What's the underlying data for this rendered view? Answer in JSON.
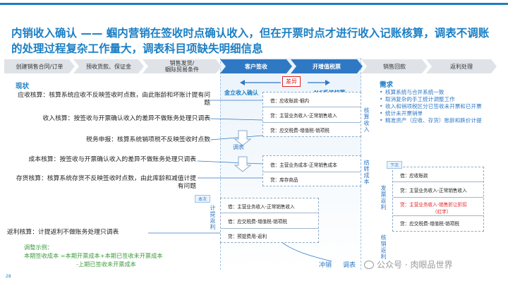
{
  "title": "内销收入确认 —— 蝈内营销在签收时点确认收入，但在开票时点才进行收入记账核算，调表不调账的处理过程复杂工作量大，调表科目项缺失明细信息",
  "process_steps": [
    "创建销售合同/订单",
    "预收货款、保证金",
    "销售发货/\n蝈际贸易条件",
    "客户签收",
    "开增值税票",
    "销售回款",
    "返利处理"
  ],
  "section_status": "现状",
  "section_needs": "需求",
  "diff_label": "差异",
  "col_jindie": "金立收入确认",
  "col_nc": "NC系统核算",
  "left_items": [
    {
      "text": "应收核算：核算系统应收不反映签收时点数，由此账龄和坏账计提有问题"
    },
    {
      "text": "收入核算：按签收与开票确认收入的差异不做账务处理只调表"
    },
    {
      "text": "税务申报：核算系统销项税不反映签收时点数"
    },
    {
      "text": "成本核算：按签收与开票确认收入的差异不做账务处理只调表"
    },
    {
      "text": "存货核算：核算系统存货不反映签收时点数，由此库龄和减值计提有问题"
    },
    {
      "text": "返利核算：计提返利不做账务处理只调表"
    }
  ],
  "t_accounts": {
    "box1": [
      "借：应收账款-蝈内",
      "贷：主营业务收入-正常销售收入",
      "贷：应交税费-增值税-销项税"
    ],
    "box2": [
      "借：主营业务成本-正常销售成本",
      "贷：库存商品"
    ],
    "box3": [
      "借：主营业务收入-正常销售收入",
      "借：应交税费-增值税-销项税",
      "贷：预提费用-返利"
    ],
    "box4": [
      "借：应收账款",
      "贷：主营业务收入-正常销售收入",
      "贷：主营业务收入-销售折让折扣",
      "（红字）",
      "贷：应交税费-增值税-销项税"
    ]
  },
  "labels": {
    "tiaobiao": "调表",
    "tiaobiao2": "调表",
    "benci": "本次",
    "xiaci": "下次",
    "hesuan_shouru": "核算收入",
    "jiezhuan_chengben": "结转成本",
    "jiti_fanli": "计提返利",
    "fapiao_fanli": "发票返利",
    "hexiao_fanli": "核销返利",
    "chongxiao": "冲销"
  },
  "needs": [
    "核算系统与合并系统一致",
    "取消复杂的手工统计调整工作",
    "收入和销项税区分已签收未开票和已开票",
    "统计未开票销单",
    "精准资产（应收、存货）账龄和跌价计提"
  ],
  "example_title": "调整示例：",
  "example_formula_1": "本期签收成本 =本期开票成本+本期已签收未开票成本",
  "example_formula_2": "-上期已签收未开票成本",
  "page_number": "28",
  "watermark": "公众号 · 肉眼品世界",
  "colors": {
    "brand": "#1c7fc4",
    "accent_red": "#e02020",
    "green": "#3f9a3f",
    "grey_step": "#dfe3e8"
  }
}
